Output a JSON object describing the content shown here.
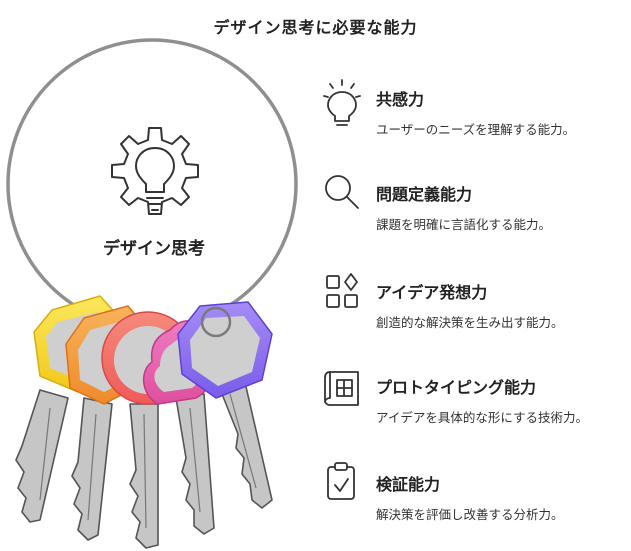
{
  "title": "デザイン思考に必要な能力",
  "center": {
    "label": "デザイン思考"
  },
  "items": [
    {
      "title": "共感力",
      "desc": "ユーザーのニーズを理解する能力。",
      "icon": "lightbulb-icon"
    },
    {
      "title": "問題定義能力",
      "desc": "課題を明確に言語化する能力。",
      "icon": "search-icon"
    },
    {
      "title": "アイデア発想力",
      "desc": "創造的な解決策を生み出す能力。",
      "icon": "shapes-icon"
    },
    {
      "title": "プロトタイピング能力",
      "desc": "アイデアを具体的な形にする技術力。",
      "icon": "blueprint-icon"
    },
    {
      "title": "検証能力",
      "desc": "解決策を評価し改善する分析力。",
      "icon": "clipboard-check-icon"
    }
  ],
  "colors": {
    "key_yellow": "#f5d930",
    "key_orange": "#f59a3c",
    "key_salmon": "#f26b6b",
    "key_pink": "#e45ea8",
    "key_purple": "#8a6cf0",
    "key_gray": "#c9c9c9",
    "ring": "#8f8f8f"
  }
}
